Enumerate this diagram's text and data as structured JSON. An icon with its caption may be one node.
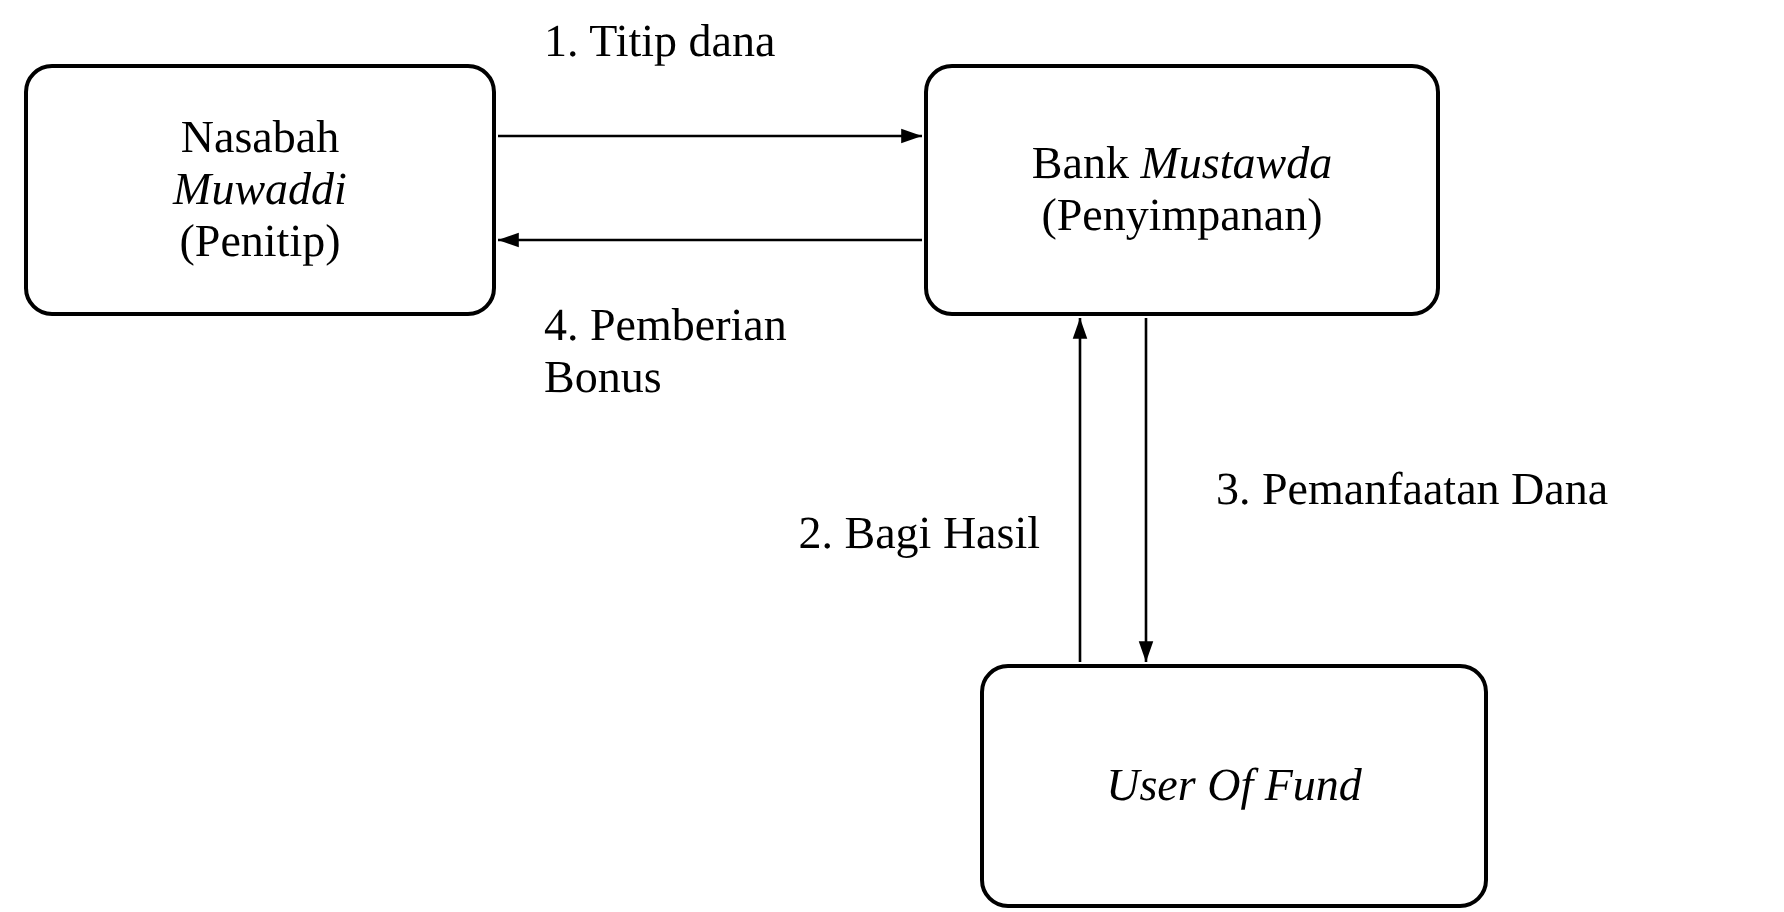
{
  "diagram": {
    "nodes": [
      {
        "text": [
          "Nasabah *Muwaddi* (Penitip)"
        ]
      },
      {
        "text": [
          "Bank *Mustawda* (Penyimpanan)"
        ]
      },
      {
        "text": [
          "User Of Fund"
        ]
      }
    ],
    "edges": [
      {
        "from": 0,
        "to": 1,
        "arrow": "to",
        "label": "1. Titip dana"
      },
      {
        "from": 1,
        "to": 0,
        "arrow": "to",
        "label": "4. Pemberian Bonus"
      },
      {
        "from": 2,
        "to": 1,
        "arrow": "to",
        "label": "2. Bagi Hasil"
      },
      {
        "from": 1,
        "to": 2,
        "arrow": "to",
        "label": "3. Pemanfaatan Dana"
      }
    ]
  }
}
